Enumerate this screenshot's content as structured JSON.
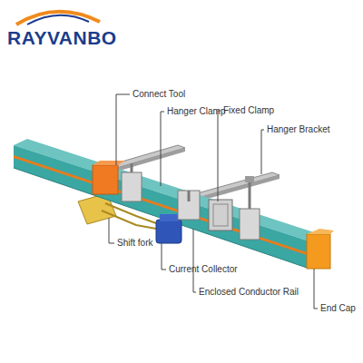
{
  "diagram": {
    "labels": [
      "RAYVANBO",
      "Connect Tool",
      "Hanger Clamp",
      "Fixed Clamp",
      "Hanger Bracket",
      "Shift fork",
      "Current Collector",
      "Enclosed Conductor Rail",
      "End Cap"
    ]
  }
}
